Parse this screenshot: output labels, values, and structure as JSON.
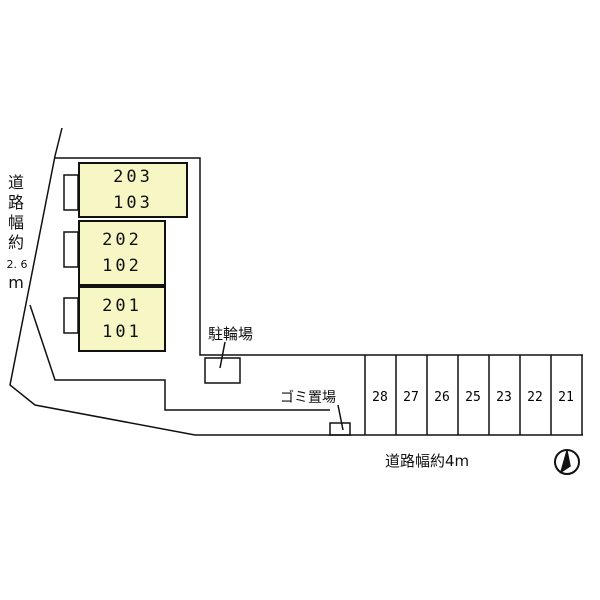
{
  "units": [
    {
      "upper": "203",
      "lower": "103"
    },
    {
      "upper": "202",
      "lower": "102"
    },
    {
      "upper": "201",
      "lower": "101"
    }
  ],
  "labels": {
    "west_road": [
      "道",
      "路",
      "幅",
      "約",
      "2. 6",
      "m"
    ],
    "bicycle_parking": "駐輪場",
    "garbage_area": "ゴミ置場",
    "south_road": "道路幅約4m"
  },
  "parking_spaces": [
    "28",
    "27",
    "26",
    "25",
    "23",
    "22",
    "21"
  ],
  "compass": {
    "direction": "north-icon"
  },
  "colors": {
    "building_fill": "#f7f7c6",
    "line": "#111111"
  }
}
